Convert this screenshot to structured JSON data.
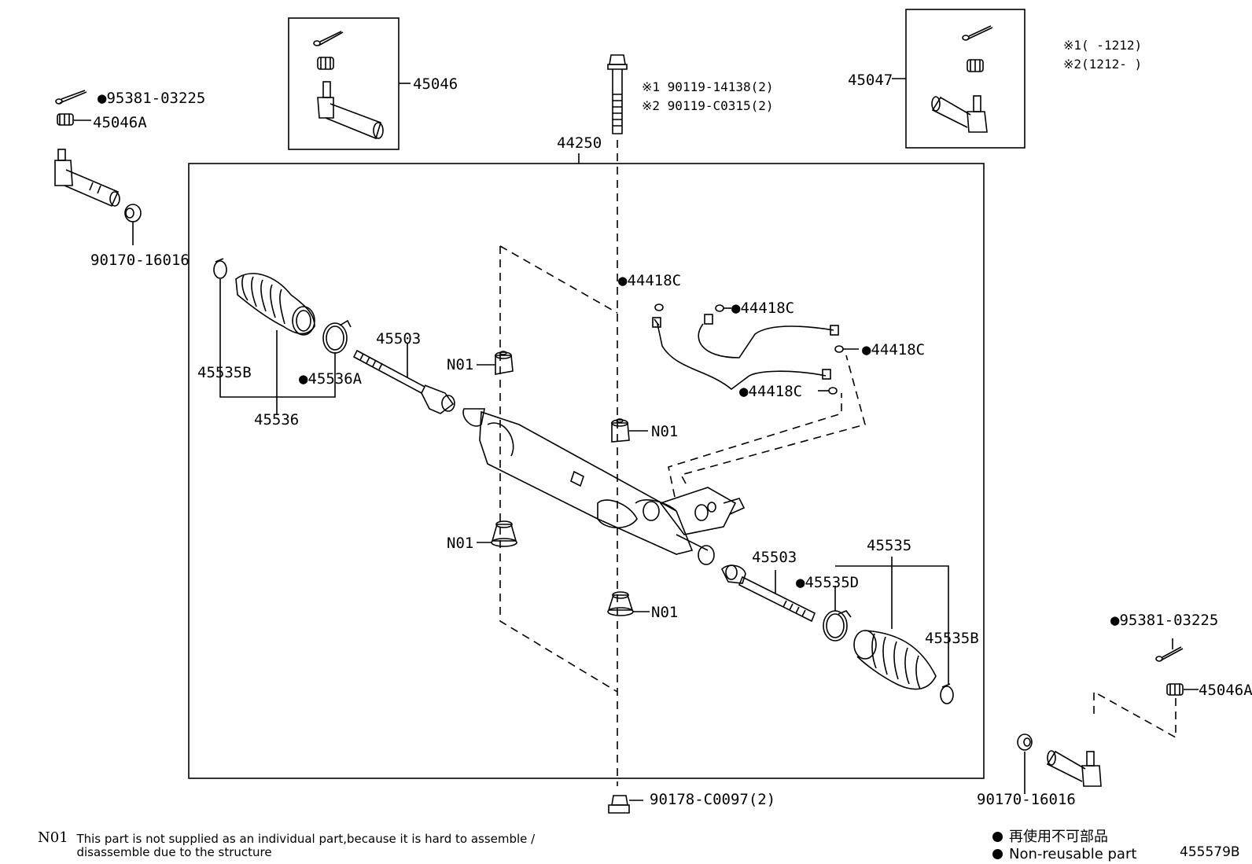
{
  "callouts": {
    "p95381_left": "●95381-03225",
    "p45046A_left": "45046A",
    "p90170_left": "90170-16016",
    "p45046": "45046",
    "p45047": "45047",
    "bolt_1": "※1 90119-14138(2)",
    "bolt_2": "※2 90119-C0315(2)",
    "legend_1": "※1(   -1212)",
    "legend_2": "※2(1212-   )",
    "p44250": "44250",
    "p44418C_a": "●44418C",
    "p44418C_b": "●44418C",
    "p44418C_c": "●44418C",
    "p44418C_d": "●44418C",
    "p45535B_left": "45535B",
    "p45536A": "●45536A",
    "p45536": "45536",
    "p45503_left": "45503",
    "n01_a": "N01",
    "n01_b": "N01",
    "n01_c": "N01",
    "n01_d": "N01",
    "p45503_right": "45503",
    "p45535D": "●45535D",
    "p45535": "45535",
    "p45535B_right": "45535B",
    "p95381_right": "●95381-03225",
    "p45046A_right": "45046A",
    "p90170_right": "90170-16016",
    "p90178": "90178-C0097(2)"
  },
  "footnote": {
    "code": "N01",
    "text": "This part is not supplied as an individual part,because it is hard to assemble / disassemble due to the structure"
  },
  "legend": {
    "jp": "再使用不可部品",
    "en": "Non-reusable part"
  },
  "figure_id": "455579B"
}
